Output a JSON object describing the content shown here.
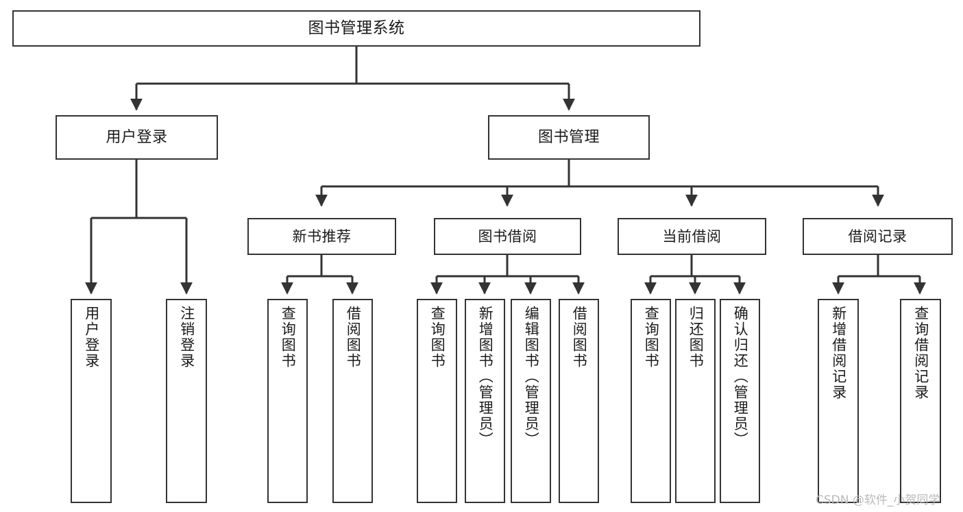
{
  "diagram": {
    "title": "图书管理系统",
    "type": "tree-hierarchy-chart",
    "root": {
      "label": "图书管理系统"
    },
    "level2": [
      {
        "label": "用户登录"
      },
      {
        "label": "图书管理"
      }
    ],
    "level3": [
      {
        "label": "新书推荐"
      },
      {
        "label": "图书借阅"
      },
      {
        "label": "当前借阅"
      },
      {
        "label": "借阅记录"
      }
    ],
    "leaves": {
      "user_login": [
        {
          "label": "用户登录"
        },
        {
          "label": "注销登录"
        }
      ],
      "new_book_recommend": [
        {
          "label": "查询图书"
        },
        {
          "label": "借阅图书"
        }
      ],
      "book_borrow": [
        {
          "label": "查询图书"
        },
        {
          "label": "新增图书（管理员）"
        },
        {
          "label": "编辑图书（管理员）"
        },
        {
          "label": "借阅图书"
        }
      ],
      "current_borrow": [
        {
          "label": "查询图书"
        },
        {
          "label": "归还图书"
        },
        {
          "label": "确认归还（管理员）"
        }
      ],
      "borrow_record": [
        {
          "label": "新增借阅记录"
        },
        {
          "label": "查询借阅记录"
        }
      ]
    }
  },
  "watermark": {
    "text": "CSDN @软件_小贺同学"
  },
  "colors": {
    "stroke": "#333333",
    "fill": "#ffffff",
    "text": "#1a1a1a",
    "watermark": "#b9b9b9"
  }
}
